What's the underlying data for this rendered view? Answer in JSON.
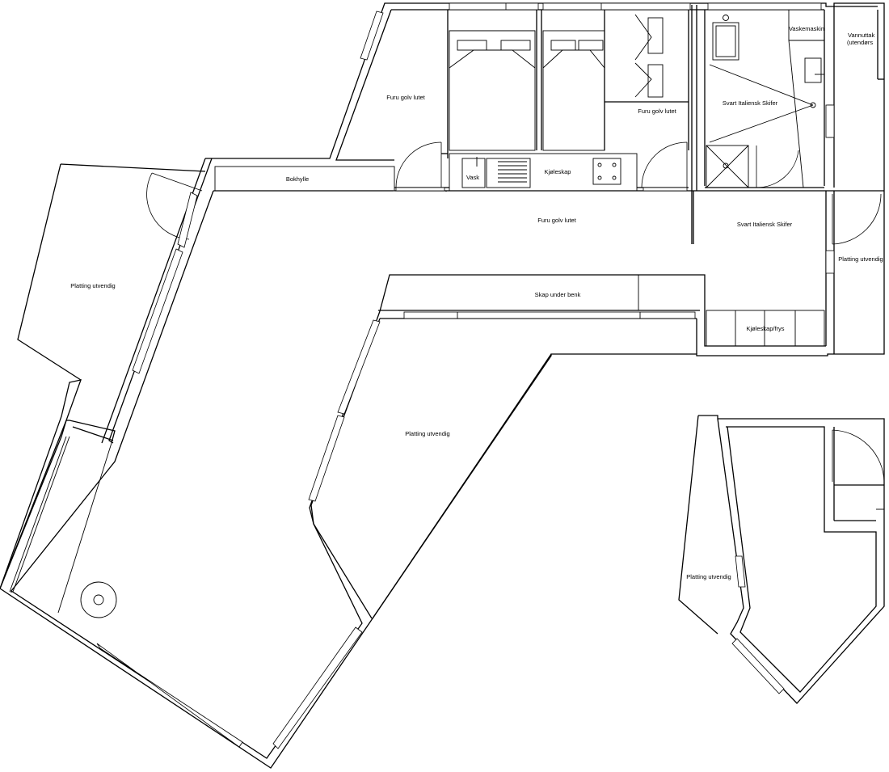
{
  "plan": {
    "labels": {
      "furu_room_a": "Furu golv lutet",
      "furu_room_c": "Furu golv lutet",
      "furu_hall": "Furu golv lutet",
      "bokhylle": "Bokhylle",
      "vask": "Vask",
      "kjoleskap_kitchen": "Kjøleskap",
      "bath_floor": "Svart Italiensk Skifer",
      "vaskemaskin": "Vaskemaskin",
      "vannuttak_1": "Vannuttak",
      "vannuttak_2": "(utendørs",
      "entry_floor": "Svart Italiensk Skifer",
      "platting_right": "Platting utvendig",
      "platting_left": "Platting utvendig",
      "skap_under_benk": "Skap under benk",
      "kjoleskap_frys": "Kjøleskap/frys",
      "platting_center": "Platting utvendig",
      "platting_annex": "Platting utvendig"
    },
    "colors": {
      "line": "#000000",
      "background": "#ffffff"
    }
  }
}
